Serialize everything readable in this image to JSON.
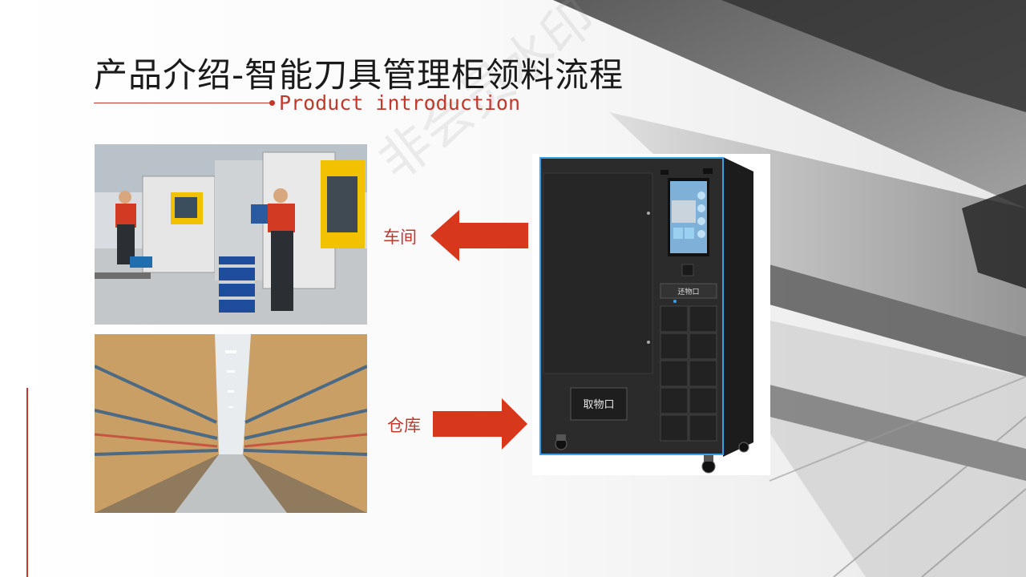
{
  "slide": {
    "title": "产品介绍-智能刀具管理柜领料流程",
    "subtitle": "Product introduction",
    "watermark": "非会员水印"
  },
  "labels": {
    "workshop": "车间",
    "warehouse": "仓库"
  },
  "cabinet": {
    "pickup_label": "取物口",
    "return_label": "还物口"
  },
  "colors": {
    "accent": "#c0392b",
    "arrow": "#d7371b",
    "cabinet_body": "#2b2b2b",
    "cabinet_edge": "#3aa0e8"
  },
  "icons": {
    "arrow_left": "arrow-left-icon",
    "arrow_right": "arrow-right-icon"
  }
}
